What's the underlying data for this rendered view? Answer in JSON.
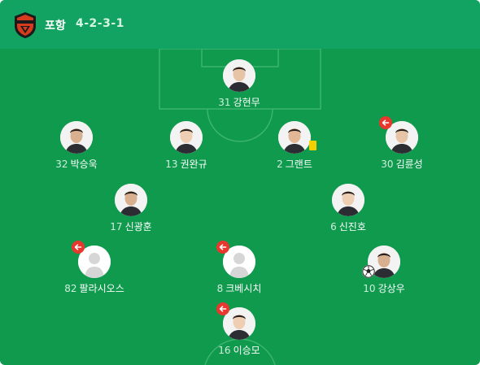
{
  "header": {
    "team": "포항",
    "formation": "4-2-3-1",
    "crest_icon": "pohang-steelers-crest-icon",
    "bg_color": "#12a363"
  },
  "pitch": {
    "bg_color": "#0f9a4e",
    "line_color": "#3db46f"
  },
  "players": [
    {
      "number": "31",
      "name": "강현무",
      "photo": true,
      "sub": false,
      "yellow": false,
      "goal": false
    },
    {
      "number": "32",
      "name": "박승욱",
      "photo": true,
      "sub": false,
      "yellow": false,
      "goal": false
    },
    {
      "number": "13",
      "name": "권완규",
      "photo": true,
      "sub": false,
      "yellow": false,
      "goal": false
    },
    {
      "number": "2",
      "name": "그랜트",
      "photo": true,
      "sub": false,
      "yellow": true,
      "goal": false
    },
    {
      "number": "30",
      "name": "김륜성",
      "photo": true,
      "sub": true,
      "yellow": false,
      "goal": false
    },
    {
      "number": "17",
      "name": "신광훈",
      "photo": true,
      "sub": false,
      "yellow": false,
      "goal": false
    },
    {
      "number": "6",
      "name": "신진호",
      "photo": true,
      "sub": false,
      "yellow": false,
      "goal": false
    },
    {
      "number": "82",
      "name": "팔라시오스",
      "photo": false,
      "sub": true,
      "yellow": false,
      "goal": false
    },
    {
      "number": "8",
      "name": "크베시치",
      "photo": false,
      "sub": true,
      "yellow": false,
      "goal": false
    },
    {
      "number": "10",
      "name": "강상우",
      "photo": true,
      "sub": false,
      "yellow": false,
      "goal": true
    },
    {
      "number": "16",
      "name": "이승모",
      "photo": true,
      "sub": true,
      "yellow": false,
      "goal": false
    }
  ],
  "icons": {
    "substitution": "substitution-arrow-icon",
    "yellow_card": "yellow-card-icon",
    "goal": "soccer-ball-icon",
    "no_photo": "default-avatar-icon"
  },
  "colors": {
    "sub_badge": "#e8372e",
    "yellow_card": "#f5d000"
  }
}
